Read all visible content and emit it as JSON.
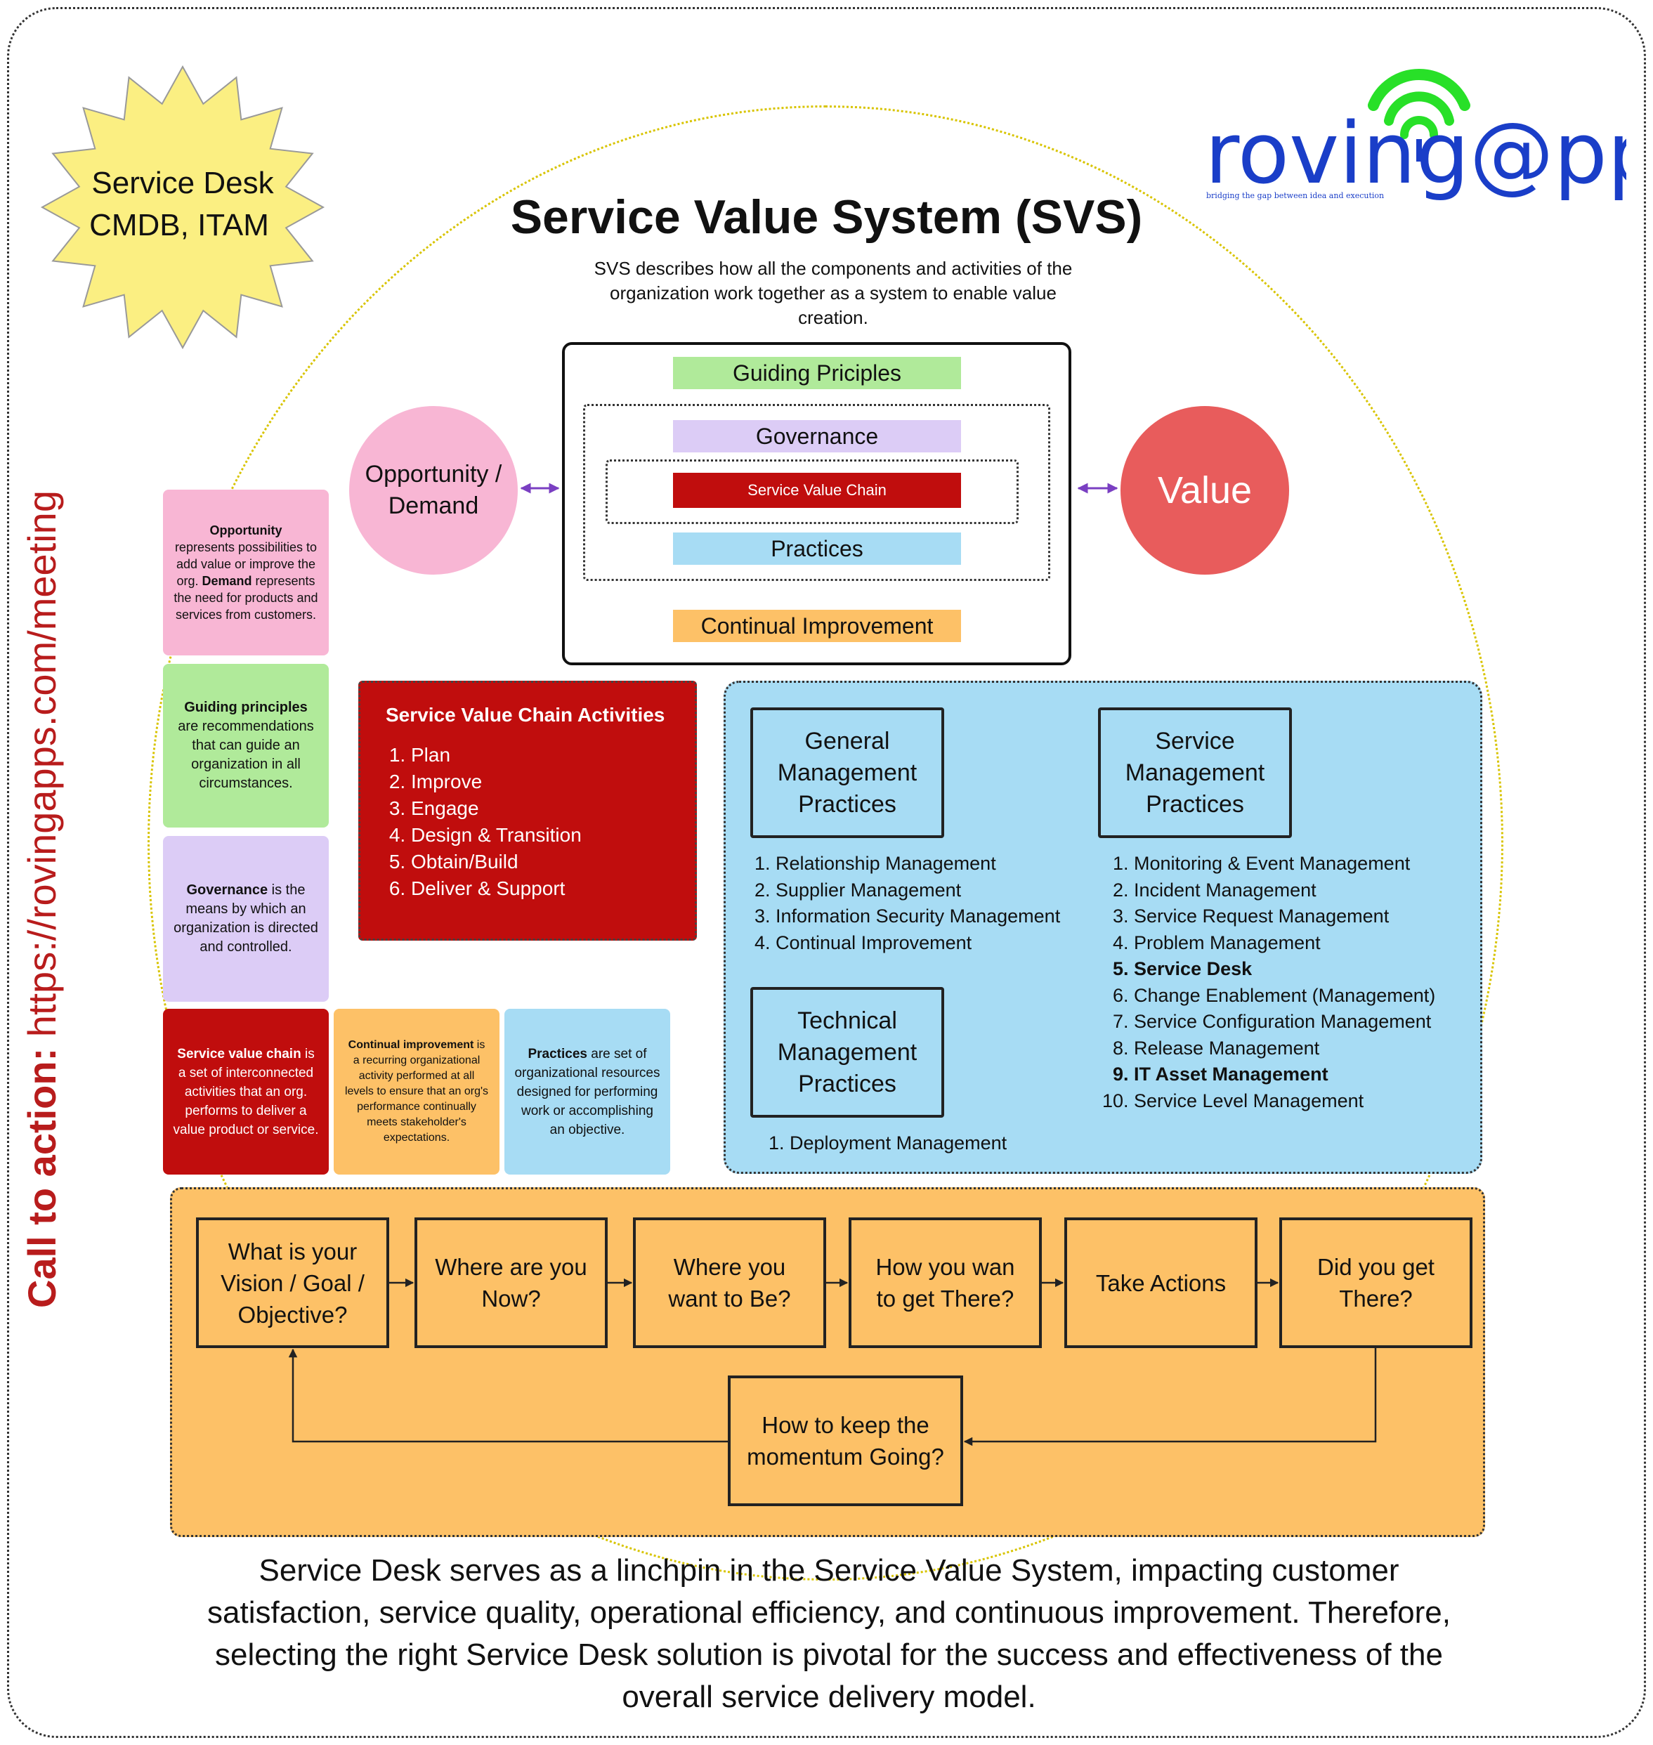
{
  "starburst": {
    "line1": "Service Desk",
    "line2": "CMDB, ITAM"
  },
  "logo": {
    "name": "roving@pps",
    "tagline": "bridging the gap between idea and execution"
  },
  "title": "Service Value System (SVS)",
  "subtitle": "SVS describes how all the components and activities of the organization work together as a system to enable value creation.",
  "svs": {
    "guiding": "Guiding Priciples",
    "governance": "Governance",
    "svc": "Service Value Chain",
    "practices": "Practices",
    "ci": "Continual Improvement"
  },
  "opportunity": "Opportunity / Demand",
  "value": "Value",
  "notes": {
    "opp_b1": "Opportunity",
    "opp_t1": "represents possibilities to add value or improve the org.",
    "opp_b2": "Demand",
    "opp_t2": "represents the need for products and services from customers.",
    "gp_b": "Guiding principles",
    "gp_t": "are recommendations that can guide an organization in all circumstances.",
    "gov_b": "Governance",
    "gov_t": "is the means by which an organization is directed and controlled.",
    "svc_b": "Service value chain",
    "svc_t": "is a set of interconnected activities that an org. performs to deliver a value product or service.",
    "ci_b": "Continual improvement",
    "ci_t": "is a recurring organizational activity performed at all levels to ensure that an org's performance continually meets stakeholder's expectations.",
    "pr_b": "Practices",
    "pr_t": "are set of organizational resources designed for performing work or accomplishing an objective."
  },
  "svca": {
    "title": "Service Value Chain Activities",
    "items": [
      "Plan",
      "Improve",
      "Engage",
      "Design & Transition",
      "Obtain/Build",
      "Deliver & Support"
    ]
  },
  "practices": {
    "general_title": "General Management Practices",
    "general_items": [
      "Relationship Management",
      "Supplier Management",
      "Information Security Management",
      "Continual Improvement"
    ],
    "service_title": "Service Management Practices",
    "service_items": [
      "Monitoring & Event Management",
      "Incident Management",
      "Service Request Management",
      "Problem Management",
      "Service Desk",
      "Change Enablement (Management)",
      "Service Configuration Management",
      "Release Management",
      "IT Asset Management",
      "Service Level Management"
    ],
    "technical_title": "Technical Management Practices",
    "technical_items": [
      "Deployment Management"
    ]
  },
  "flow": {
    "s1": "What is your Vision / Goal / Objective?",
    "s2": "Where are you Now?",
    "s3": "Where you want to Be?",
    "s4": "How you wan to get There?",
    "s5": "Take Actions",
    "s6": "Did you get There?",
    "s7": "How to keep the momentum Going?"
  },
  "cta": {
    "label": "Call to action:",
    "url": "https://rovingapps.com/meeting"
  },
  "bottom_text": "Service Desk serves as a linchpin in the Service Value System, impacting customer satisfaction, service quality, operational efficiency, and continuous improvement. Therefore, selecting the right Service Desk solution is pivotal for the success and effectiveness of the overall service delivery model.",
  "colors": {
    "pink": "#f8b6d4",
    "green": "#b0ea9a",
    "lavender": "#dcccf6",
    "red": "#c00d0d",
    "orange": "#fdc167",
    "blue": "#a7dcf4",
    "value": "#e85c5c",
    "star": "#fbef82",
    "cta": "#b81c1c"
  }
}
